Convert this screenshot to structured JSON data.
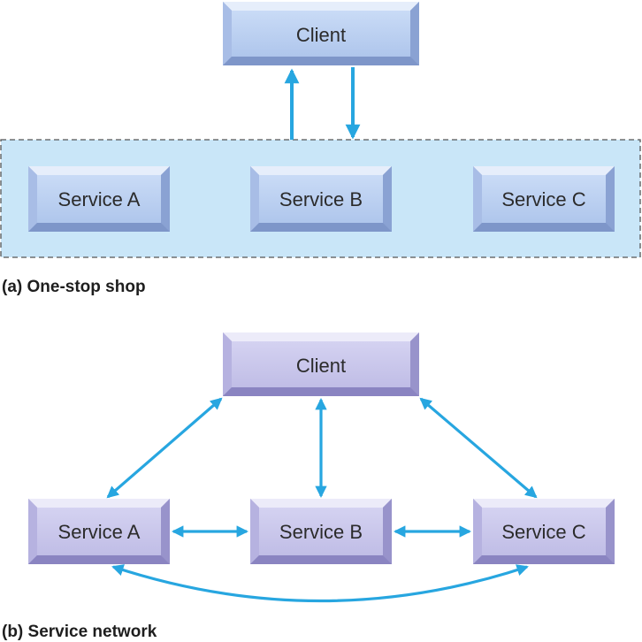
{
  "panel_a": {
    "caption": "(a) One-stop shop",
    "client_label": "Client",
    "services": [
      "Service A",
      "Service B",
      "Service C"
    ]
  },
  "panel_b": {
    "caption": "(b) Service network",
    "client_label": "Client",
    "services": [
      "Service A",
      "Service B",
      "Service C"
    ]
  },
  "colors": {
    "blue_box_fill": "#b9cdef",
    "purple_box_fill": "#c8c6ea",
    "container_fill": "#c9e6f8",
    "container_border": "#555555",
    "arrow": "#27a6e0",
    "caption_text": "#1e1e1e"
  }
}
